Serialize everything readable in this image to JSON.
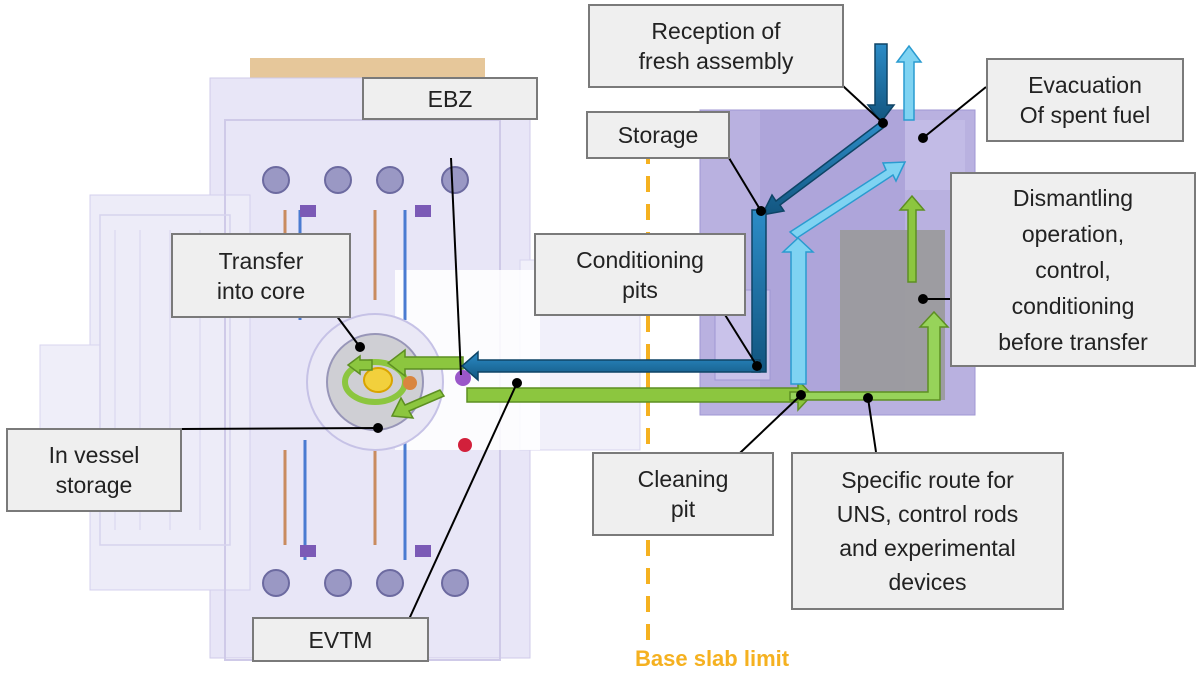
{
  "labels": {
    "reception": [
      "Reception of",
      "fresh assembly"
    ],
    "evacuation": [
      "Evacuation",
      "Of spent fuel"
    ],
    "ebz": "EBZ",
    "storage": "Storage",
    "transfer_core": [
      "Transfer",
      "into core"
    ],
    "conditioning_pits": [
      "Conditioning",
      "pits"
    ],
    "dismantling": [
      "Dismantling",
      "operation,",
      "control,",
      "conditioning",
      "before transfer"
    ],
    "in_vessel": [
      "In vessel",
      "storage"
    ],
    "cleaning_pit": [
      "Cleaning",
      "pit"
    ],
    "specific_route": [
      "Specific route for",
      "UNS, control rods",
      "and experimental",
      "devices"
    ],
    "evtm": "EVTM",
    "base_slab": "Base slab limit"
  },
  "colors": {
    "fresh_route": "#1e6fa0",
    "spent_route": "#7fd3f2",
    "special_route": "#8cc63f",
    "building_shade": "#b9b1e0",
    "slab_line": "#f5b120",
    "callout_fill": "#efefef",
    "callout_border": "#7a7a7a"
  }
}
